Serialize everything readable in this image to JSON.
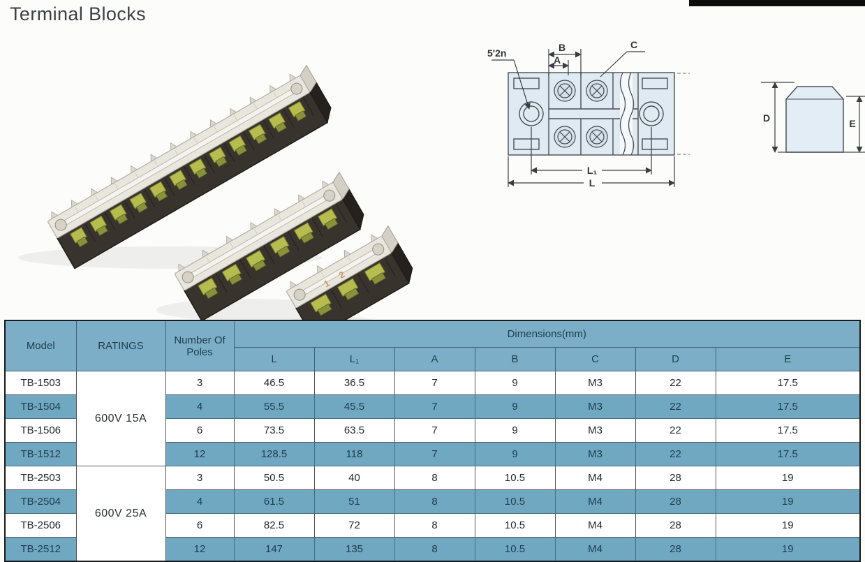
{
  "page": {
    "title": "Terminal Blocks"
  },
  "photo": {
    "blocks": [
      {
        "poles": 12,
        "marking": ""
      },
      {
        "poles": 6,
        "marking": ""
      },
      {
        "poles": 3,
        "marking": "1 2"
      }
    ]
  },
  "diagram": {
    "labels": {
      "hole": "5'2n",
      "b": "B",
      "a": "A",
      "c": "C",
      "l1": "L₁",
      "l": "L",
      "d": "D",
      "e": "E"
    }
  },
  "table": {
    "col_model": "Model",
    "col_ratings": "RATINGS",
    "col_poles": "Number Of Poles",
    "dimensions_header": "Dimensions(mm)",
    "dim_cols": [
      "L",
      "L₁",
      "A",
      "B",
      "C",
      "D",
      "E"
    ],
    "groups": [
      {
        "rating": "600V 15A",
        "rows": [
          {
            "model": "TB-1503",
            "poles": "3",
            "dims": [
              "46.5",
              "36.5",
              "7",
              "9",
              "M3",
              "22",
              "17.5"
            ],
            "highlighted": false
          },
          {
            "model": "TB-1504",
            "poles": "4",
            "dims": [
              "55.5",
              "45.5",
              "7",
              "9",
              "M3",
              "22",
              "17.5"
            ],
            "highlighted": true
          },
          {
            "model": "TB-1506",
            "poles": "6",
            "dims": [
              "73.5",
              "63.5",
              "7",
              "9",
              "M3",
              "22",
              "17.5"
            ],
            "highlighted": false
          },
          {
            "model": "TB-1512",
            "poles": "12",
            "dims": [
              "128.5",
              "118",
              "7",
              "9",
              "M3",
              "22",
              "17.5"
            ],
            "highlighted": true
          }
        ]
      },
      {
        "rating": "600V 25A",
        "rows": [
          {
            "model": "TB-2503",
            "poles": "3",
            "dims": [
              "50.5",
              "40",
              "8",
              "10.5",
              "M4",
              "28",
              "19"
            ],
            "highlighted": false
          },
          {
            "model": "TB-2504",
            "poles": "4",
            "dims": [
              "61.5",
              "51",
              "8",
              "10.5",
              "M4",
              "28",
              "19"
            ],
            "highlighted": true
          },
          {
            "model": "TB-2506",
            "poles": "6",
            "dims": [
              "82.5",
              "72",
              "8",
              "10.5",
              "M4",
              "28",
              "19"
            ],
            "highlighted": false
          },
          {
            "model": "TB-2512",
            "poles": "12",
            "dims": [
              "147",
              "135",
              "8",
              "10.5",
              "M4",
              "28",
              "19"
            ],
            "highlighted": true
          }
        ]
      }
    ],
    "colors": {
      "header_blue": "#7cafc7",
      "row_blue": "#70a8c2"
    }
  }
}
